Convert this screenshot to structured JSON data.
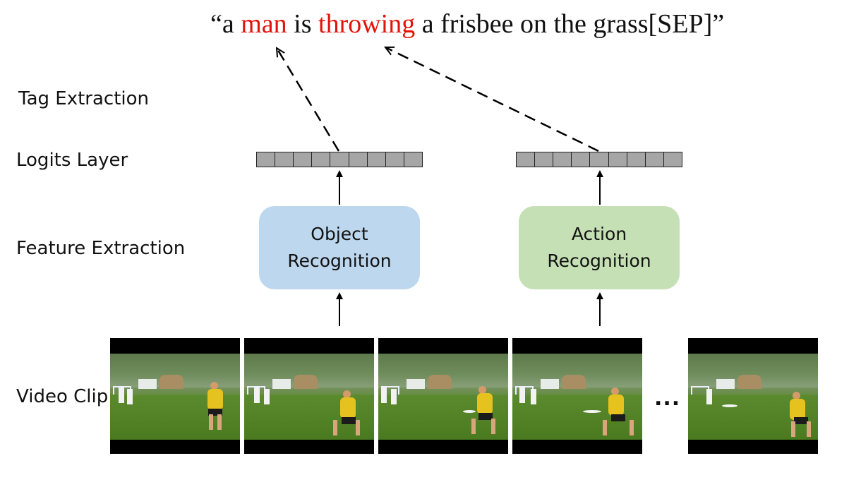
{
  "caption": {
    "open_quote": "“a ",
    "word_object": "man",
    "mid": " is ",
    "word_action": "throwing",
    "rest": " a frisbee on the grass[SEP]”",
    "highlight_color": "#e3120b"
  },
  "rows": {
    "tag_extraction": "Tag Extraction",
    "logits_layer": "Logits Layer",
    "feature_extraction": "Feature Extraction",
    "video_clip": "Video Clip"
  },
  "modules": {
    "object": {
      "line1": "Object",
      "line2": "Recognition",
      "color": "#bdd7ee"
    },
    "action": {
      "line1": "Action",
      "line2": "Recognition",
      "color": "#c5e0b4"
    }
  },
  "logits": {
    "cell_count": 9,
    "cell_color": "#a6a6a6"
  },
  "video": {
    "frame_count": 5,
    "ellipsis": "..."
  }
}
